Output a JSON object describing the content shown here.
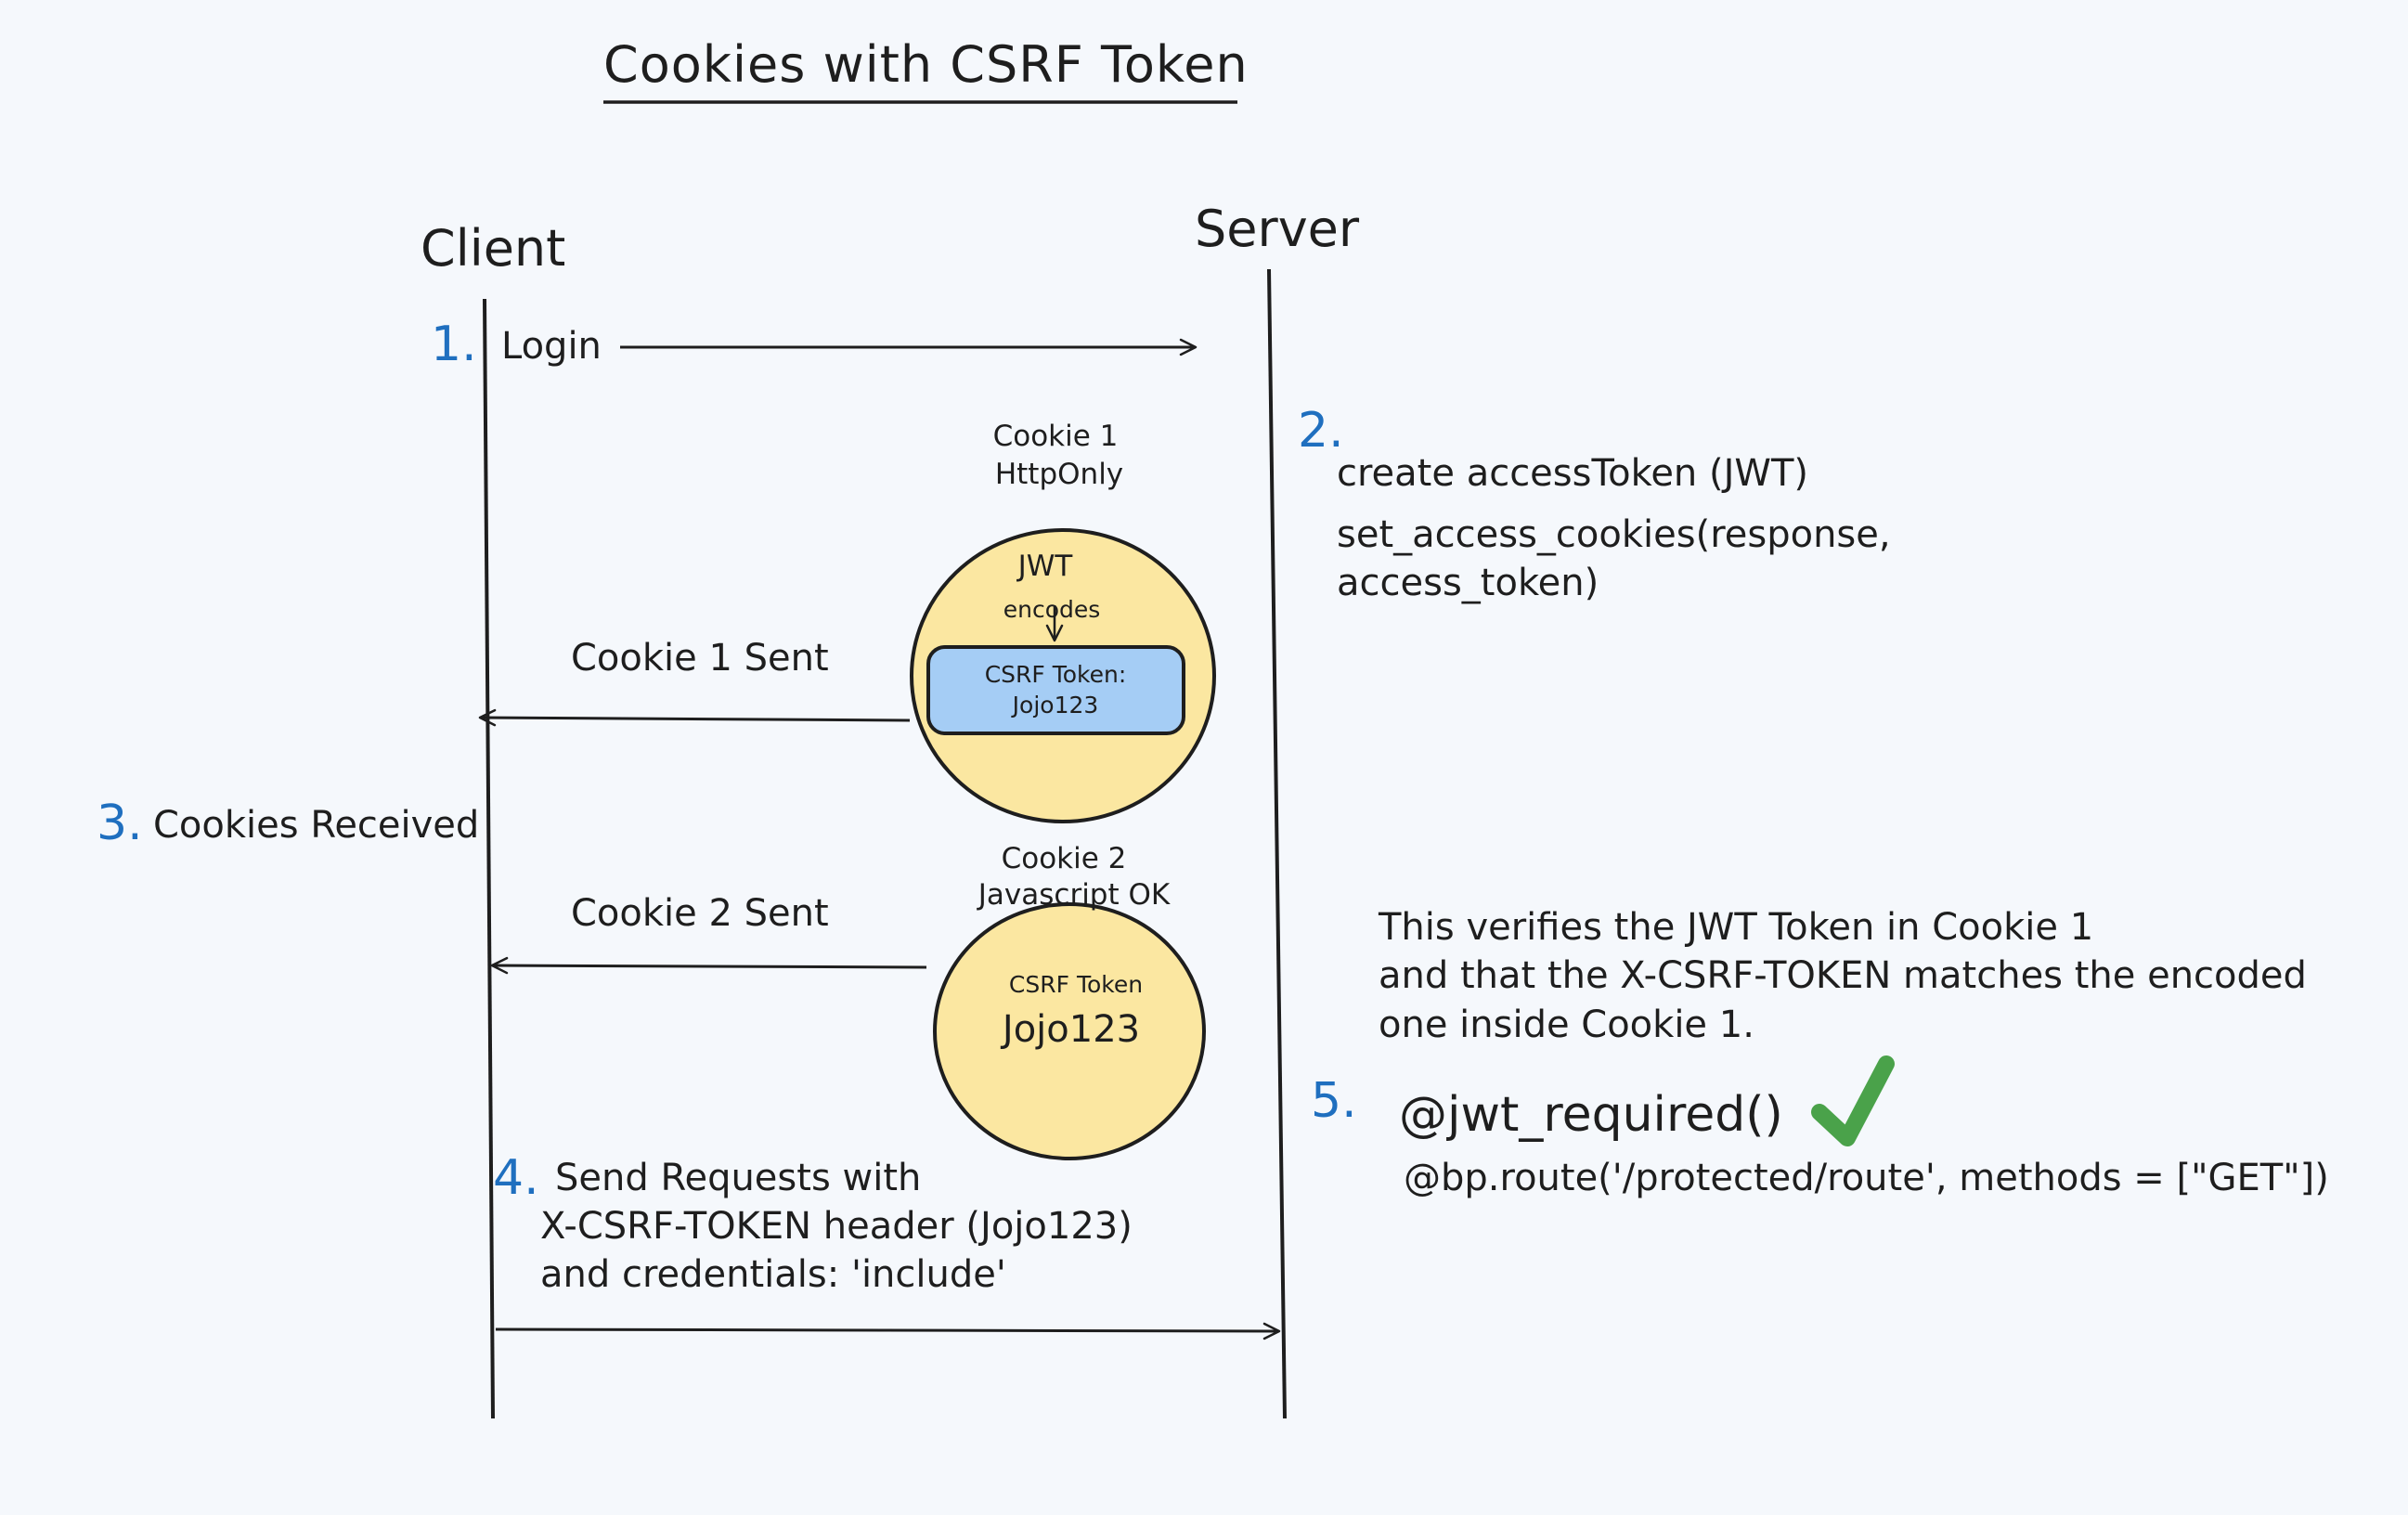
{
  "title": "Cookies with CSRF Token",
  "actors": {
    "client": "Client",
    "server": "Server"
  },
  "steps": {
    "s1": {
      "number": "1.",
      "label": "Login"
    },
    "s2": {
      "number": "2.",
      "lines": [
        "create accessToken (JWT)",
        "set_access_cookies(response,",
        "access_token)"
      ]
    },
    "s3": {
      "number": "3.",
      "label": "Cookies Received"
    },
    "s4": {
      "number": "4.",
      "lines": [
        "Send Requests with",
        "X-CSRF-TOKEN header (Jojo123)",
        "and credentials: 'include'"
      ]
    },
    "s5": {
      "number": "5.",
      "decorator": "@jwt_required()",
      "route": "@bp.route('/protected/route', methods = [\"GET\"])",
      "note_lines": [
        "This verifies the JWT Token in Cookie 1",
        "and that the X-CSRF-TOKEN matches the encoded",
        "one inside Cookie 1."
      ]
    }
  },
  "cookie1": {
    "caption_lines": [
      "Cookie 1",
      "HttpOnly"
    ],
    "jwt": "JWT",
    "encodes": "encodes",
    "token_lines": [
      "CSRF Token:",
      "Jojo123"
    ],
    "sent_label": "Cookie 1 Sent"
  },
  "cookie2": {
    "caption_lines": [
      "Cookie 2",
      "Javascript OK"
    ],
    "token_label": "CSRF Token",
    "token_value": "Jojo123",
    "sent_label": "Cookie 2 Sent"
  },
  "colors": {
    "background": "#f5f8fc",
    "ink": "#1e1e1e",
    "step_number": "#1f6fbf",
    "cookie_fill": "#fbe7a1",
    "token_box_fill": "#a5cdf5",
    "check": "#4aa24a"
  },
  "icons": {
    "check": "check-mark-icon"
  }
}
